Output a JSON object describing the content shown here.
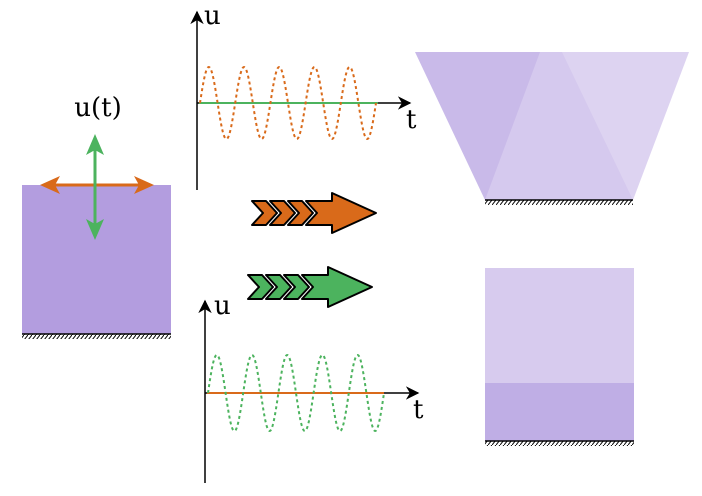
{
  "block": {
    "label": "u(t)",
    "fill": "#b39ddf",
    "horizontal_arrow_color": "#d96a1a",
    "vertical_arrow_color": "#4cb35e"
  },
  "plot_top": {
    "y_label": "u",
    "x_label": "t",
    "wave_color": "#d96a1a",
    "baseline_color": "#4cb35e",
    "cycles": 5
  },
  "plot_bottom": {
    "y_label": "u",
    "x_label": "t",
    "wave_color": "#4cb35e",
    "baseline_color": "#d96a1a",
    "cycles": 5
  },
  "chevrons": {
    "top_color": "#d96a1a",
    "bottom_color": "#4cb35e"
  },
  "result_top": {
    "fill_light": "#d7cbee",
    "fill_dark": "#bfaee5"
  },
  "result_bottom": {
    "fill_light": "#d7cbee",
    "fill_dark": "#bfaee5"
  }
}
